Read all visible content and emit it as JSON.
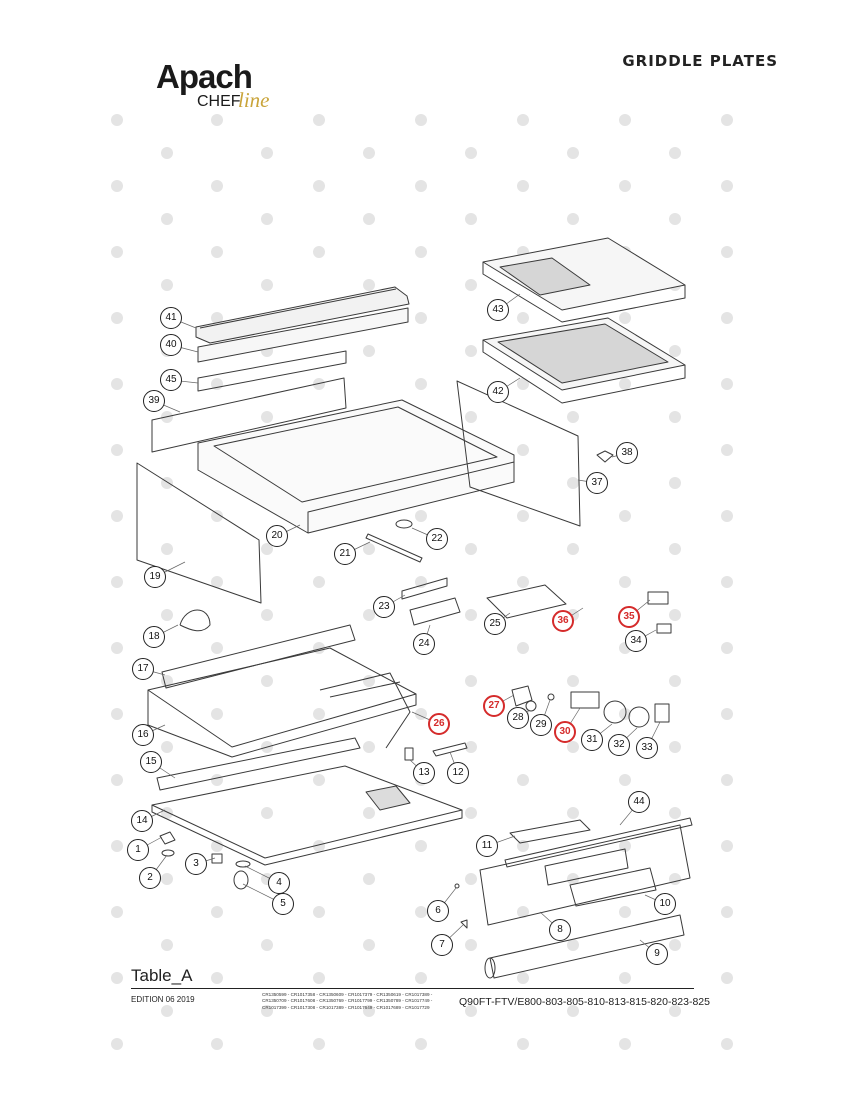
{
  "brand": {
    "name": "Apach",
    "sub": "CHEF",
    "script": "line"
  },
  "header": {
    "title": "GRIDDLE PLATES"
  },
  "footer": {
    "table_label": "Table_A",
    "edition": "EDITION 06 2019",
    "codes": [
      "CR1350599 - CR1017358 - CR1350609 - CR1017379 - CR1350619 - CR1017389 -",
      "CR1350709 - CR1017608 - CR1350769 - CR1017799 - CR1350789 - CR1017749 -",
      "CR1017399 - CR1017308 - CR1017389 - CR1017649 - CR1017689 - CR1017729"
    ],
    "model": "Q90FT-FTV/E800-803-805-810-813-815-820-823-825"
  },
  "colors": {
    "line": "#3a3a3a",
    "highlight": "#d52b2b",
    "watermark_dot": "#e4e4e4",
    "logo_gold": "#c9a43a"
  },
  "callouts": [
    {
      "n": "1",
      "red": false
    },
    {
      "n": "2",
      "red": false
    },
    {
      "n": "3",
      "red": false
    },
    {
      "n": "4",
      "red": false
    },
    {
      "n": "5",
      "red": false
    },
    {
      "n": "6",
      "red": false
    },
    {
      "n": "7",
      "red": false
    },
    {
      "n": "8",
      "red": false
    },
    {
      "n": "9",
      "red": false
    },
    {
      "n": "10",
      "red": false
    },
    {
      "n": "11",
      "red": false
    },
    {
      "n": "12",
      "red": false
    },
    {
      "n": "13",
      "red": false
    },
    {
      "n": "14",
      "red": false
    },
    {
      "n": "15",
      "red": false
    },
    {
      "n": "16",
      "red": false
    },
    {
      "n": "17",
      "red": false
    },
    {
      "n": "18",
      "red": false
    },
    {
      "n": "19",
      "red": false
    },
    {
      "n": "20",
      "red": false
    },
    {
      "n": "21",
      "red": false
    },
    {
      "n": "22",
      "red": false
    },
    {
      "n": "23",
      "red": false
    },
    {
      "n": "24",
      "red": false
    },
    {
      "n": "25",
      "red": false
    },
    {
      "n": "26",
      "red": true
    },
    {
      "n": "27",
      "red": true
    },
    {
      "n": "28",
      "red": false
    },
    {
      "n": "29",
      "red": false
    },
    {
      "n": "30",
      "red": true
    },
    {
      "n": "31",
      "red": false
    },
    {
      "n": "32",
      "red": false
    },
    {
      "n": "33",
      "red": false
    },
    {
      "n": "34",
      "red": false
    },
    {
      "n": "35",
      "red": true
    },
    {
      "n": "36",
      "red": true
    },
    {
      "n": "37",
      "red": false
    },
    {
      "n": "38",
      "red": false
    },
    {
      "n": "39",
      "red": false
    },
    {
      "n": "40",
      "red": false
    },
    {
      "n": "41",
      "red": false
    },
    {
      "n": "42",
      "red": false
    },
    {
      "n": "43",
      "red": false
    },
    {
      "n": "44",
      "red": false
    },
    {
      "n": "45",
      "red": false
    }
  ]
}
